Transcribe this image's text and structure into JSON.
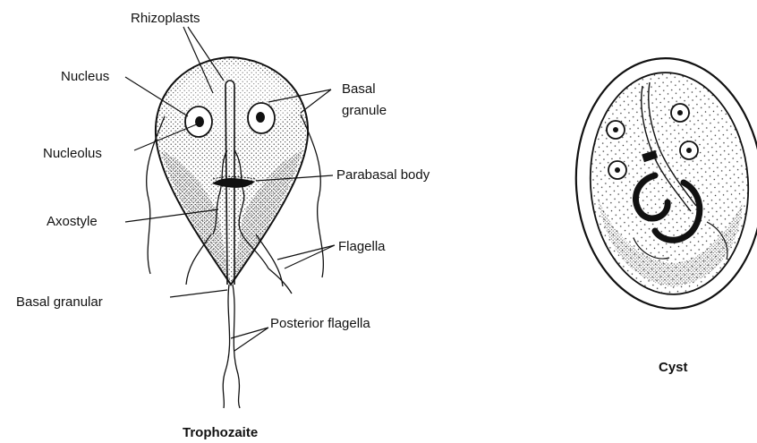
{
  "trophozoite": {
    "caption": "Trophozaite",
    "labels": {
      "rhizoplasts": "Rhizoplasts",
      "nucleus": "Nucleus",
      "basal_granule_line1": "Basal",
      "basal_granule_line2": "granule",
      "nucleolus": "Nucleolus",
      "parabasal_body": "Parabasal body",
      "axostyle": "Axostyle",
      "flagella": "Flagella",
      "basal_granular": "Basal granular",
      "posterior_flagella": "Posterior flagella"
    }
  },
  "cyst": {
    "caption": "Cyst"
  },
  "colors": {
    "ink": "#111111",
    "stipple": "#555555",
    "background": "#ffffff"
  }
}
